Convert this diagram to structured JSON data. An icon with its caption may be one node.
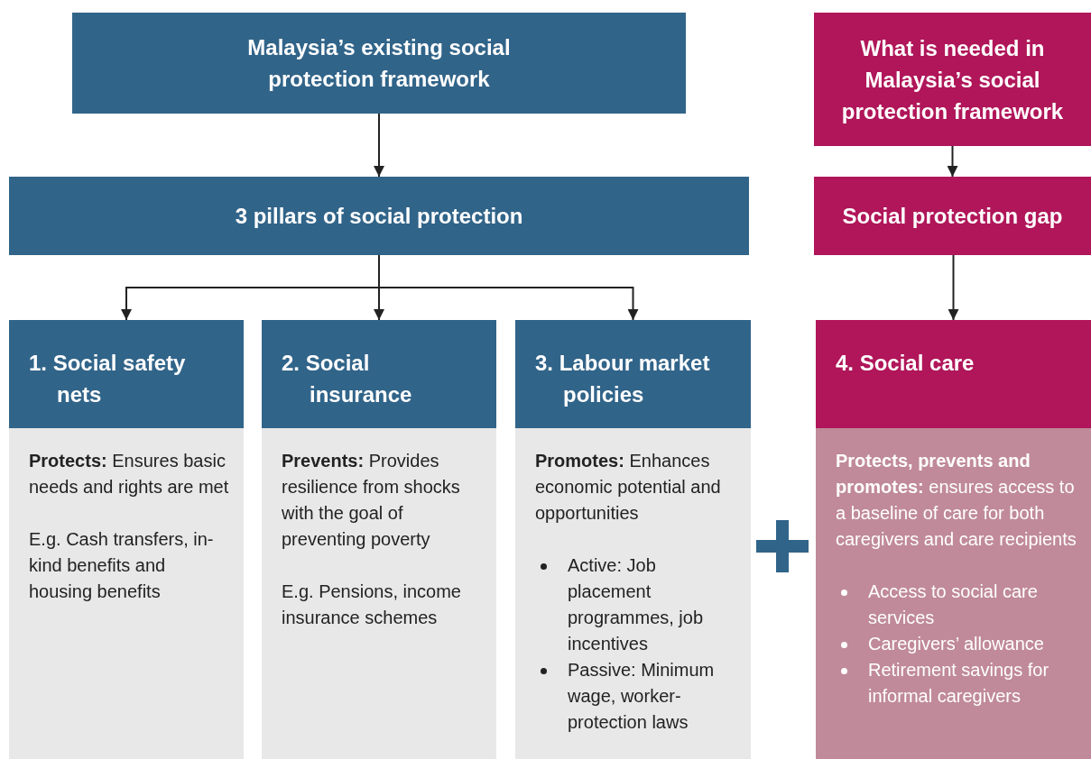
{
  "diagram": {
    "nodes": [
      {
        "text": [
          "Malaysia’s existing social protection framework"
        ]
      },
      {
        "text": [
          "3 pillars of social protection"
        ]
      },
      {
        "text": [
          "1. Social safety nets"
        ]
      },
      {
        "text": [
          "**Protects:** Ensures basic needs and rights are met",
          "E.g. Cash transfers, in-kind benefits and housing benefits"
        ]
      },
      {
        "text": [
          "2. Social insurance"
        ]
      },
      {
        "text": [
          "**Prevents:** Provides resilience from shocks with the goal of preventing poverty",
          "E.g. Pensions, income insurance schemes"
        ]
      },
      {
        "text": [
          "3. Labour market policies"
        ]
      },
      {
        "text": [
          "**Promotes:** Enhances economic potential and opportunities",
          "Active: Job placement programmes, job incentives",
          "Passive: Minimum wage, worker-protection laws"
        ]
      },
      {
        "text": [
          "What is needed in Malaysia’s social protection framework"
        ]
      },
      {
        "text": [
          "Social protection gap"
        ]
      },
      {
        "text": [
          "4. Social care"
        ]
      },
      {
        "text": [
          "**Protects, prevents and promotes:** ensures access to a baseline of care for both caregivers and care recipients",
          "Access to social care services",
          "Caregivers’ allowance",
          "Retirement savings for informal caregivers"
        ]
      }
    ],
    "edges": [
      {
        "from": 0,
        "to": 1,
        "arrow": "to"
      },
      {
        "from": 1,
        "to": 2,
        "arrow": "to"
      },
      {
        "from": 1,
        "to": 4,
        "arrow": "to"
      },
      {
        "from": 1,
        "to": 6,
        "arrow": "to"
      },
      {
        "from": 8,
        "to": 9,
        "arrow": "to"
      },
      {
        "from": 9,
        "to": 10,
        "arrow": "to"
      }
    ]
  }
}
